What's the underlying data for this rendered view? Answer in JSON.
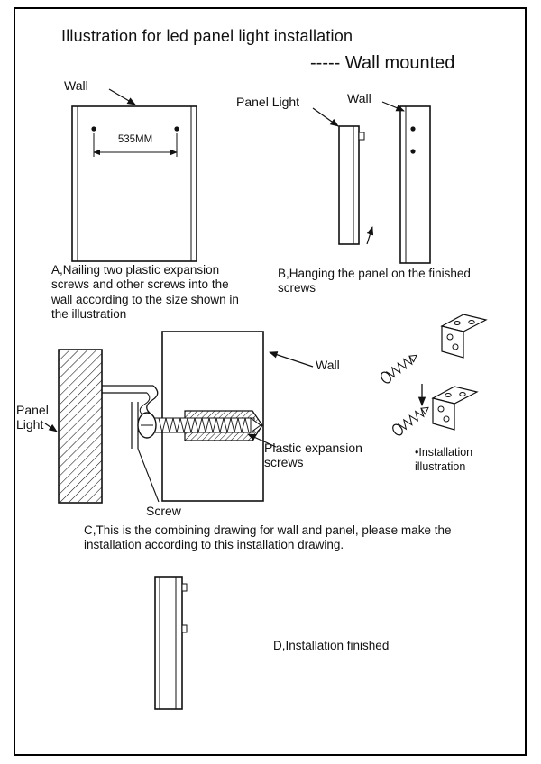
{
  "page": {
    "title": "Illustration for led panel light installation",
    "subtitle": "----- Wall mounted"
  },
  "section_a": {
    "wall_label": "Wall",
    "dimension_label": "535MM",
    "caption": "A,Nailing two plastic expansion screws and other screws into the wall according to the size shown in the illustration"
  },
  "section_b": {
    "panel_label": "Panel Light",
    "wall_label": "Wall",
    "caption": "B,Hanging the panel on the finished screws"
  },
  "section_c": {
    "panel_label": "Panel Light",
    "wall_label": "Wall",
    "expansion_label": "Plastic expansion screws",
    "screw_label": "Screw",
    "bracket_label": "•Installation illustration",
    "caption": "C,This is the combining drawing for wall and panel, please make the installation according to this installation drawing."
  },
  "section_d": {
    "caption": "D,Installation finished"
  },
  "colors": {
    "ink": "#111111",
    "paper": "#ffffff"
  }
}
